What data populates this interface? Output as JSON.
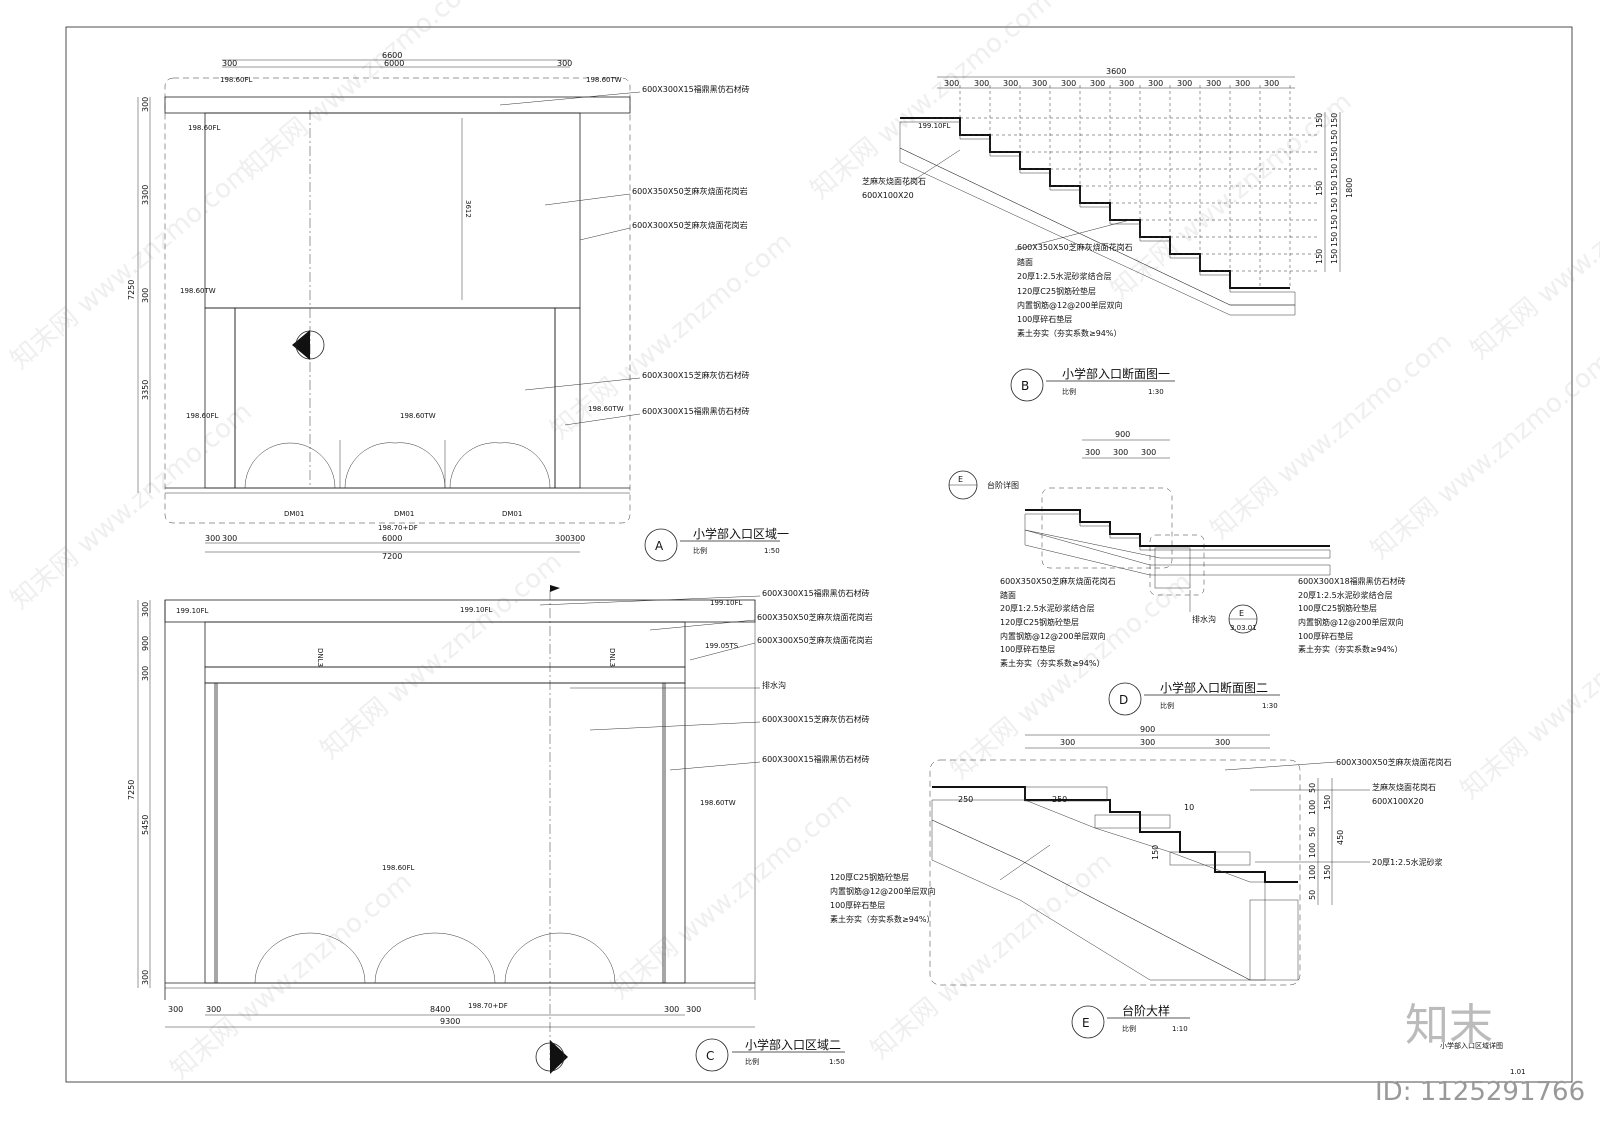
{
  "watermark": {
    "brand": "知末",
    "id_label": "ID: 1125291766",
    "diagonal": [
      "知末网 www.znzmo.com"
    ]
  },
  "sheet_ref": {
    "drawing_name": "小学部入口区域详图",
    "sheet_no": "1.01"
  },
  "views": {
    "A": {
      "letter": "A",
      "title": "小学部入口区域一",
      "scale_label": "比例",
      "scale": "1:50",
      "dims_top": [
        "6600",
        "6000",
        "300",
        "300"
      ],
      "dims_bottom": [
        "7200",
        "6000",
        "300",
        "300",
        "300",
        "300"
      ],
      "dims_left": [
        "7250",
        "3300",
        "300",
        "3350",
        "300"
      ],
      "annotations": [
        "600X300X15福鼎黑仿石材砖",
        "600X350X50芝麻灰烧面花岗岩",
        "600X300X50芝麻灰烧面花岗岩",
        "600X300X15芝麻灰仿石材砖",
        "600X300X15福鼎黑仿石材砖"
      ],
      "levels": [
        "198.60FL",
        "198.60TW",
        "198.60FL",
        "198.60TW",
        "198.60FL",
        "198.60TW",
        "198.60TW"
      ],
      "inner_dim": "3612",
      "gate_labels": [
        "DM01",
        "DM01",
        "DM01"
      ],
      "bottom_level": "198.70+DF"
    },
    "B": {
      "letter": "B",
      "title": "小学部入口断面图一",
      "scale_label": "比例",
      "scale": "1:30",
      "dims_top": [
        "3600",
        "300",
        "300",
        "300",
        "300",
        "300",
        "300",
        "300",
        "300",
        "300",
        "300",
        "300",
        "300"
      ],
      "dims_right": [
        "1800",
        "150",
        "150",
        "150",
        "150",
        "150",
        "150",
        "150",
        "150",
        "150",
        "150",
        "150",
        "150"
      ],
      "left_note": [
        "芝麻灰烧面花岗石",
        "600X100X20"
      ],
      "level": "199.10FL",
      "layers": [
        "600X350X50芝麻灰烧面花岗石",
        "踏面",
        "20厚1:2.5水泥砂浆结合层",
        "120厚C25钢筋砼垫层",
        "内置钢筋@12@200单层双向",
        "100厚碎石垫层",
        "素土夯实（夯实系数≥94%）"
      ]
    },
    "C": {
      "letter": "C",
      "title": "小学部入口区域二",
      "scale_label": "比例",
      "scale": "1:50",
      "dims_bottom": [
        "9300",
        "8400",
        "300",
        "300",
        "300",
        "300"
      ],
      "dims_left": [
        "7250",
        "300",
        "900",
        "300",
        "5450",
        "300"
      ],
      "levels": [
        "199.10FL",
        "199.10FL",
        "199.10FL",
        "199.05TS",
        "198.60FL",
        "198.60TW",
        "198.70+DF"
      ],
      "tag": "DNL3",
      "annotations": [
        "600X300X15福鼎黑仿石材砖",
        "600X350X50芝麻灰烧面花岗岩",
        "600X300X50芝麻灰烧面花岗岩",
        "排水沟",
        "600X300X15芝麻灰仿石材砖",
        "600X300X15福鼎黑仿石材砖"
      ]
    },
    "D": {
      "letter": "D",
      "title": "小学部入口断面图二",
      "scale_label": "比例",
      "scale": "1:30",
      "dims_top": [
        "900",
        "300",
        "300",
        "300"
      ],
      "callout_letter": "E",
      "callout_note": "台阶详图",
      "drain_label": "排水沟",
      "drain_ref_letter": "E",
      "drain_ref_sheet": "3.03.01",
      "layers_left": [
        "600X350X50芝麻灰烧面花岗石",
        "踏面",
        "20厚1:2.5水泥砂浆结合层",
        "120厚C25钢筋砼垫层",
        "内置钢筋@12@200单层双向",
        "100厚碎石垫层",
        "素土夯实（夯实系数≥94%）"
      ],
      "layers_right": [
        "600X300X18福鼎黑仿石材砖",
        "20厚1:2.5水泥砂浆结合层",
        "100厚C25钢筋砼垫层",
        "内置钢筋@12@200单层双向",
        "100厚碎石垫层",
        "素土夯实（夯实系数≥94%）"
      ]
    },
    "E": {
      "letter": "E",
      "title": "台阶大样",
      "scale_label": "比例",
      "scale": "1:10",
      "dims_top": [
        "900",
        "300",
        "300",
        "300"
      ],
      "dims_inner": [
        "250",
        "250",
        "10",
        "150"
      ],
      "dims_right": [
        "50",
        "100",
        "50",
        "100",
        "150",
        "450",
        "100",
        "50",
        "150"
      ],
      "notes_right": [
        "600X300X50芝麻灰烧面花岗石",
        "芝麻灰烧面花岗石",
        "600X100X20",
        "20厚1:2.5水泥砂浆"
      ],
      "notes_left": [
        "120厚C25钢筋砼垫层",
        "内置钢筋@12@200单层双向",
        "100厚碎石垫层",
        "素土夯实（夯实系数≥94%）"
      ]
    }
  }
}
